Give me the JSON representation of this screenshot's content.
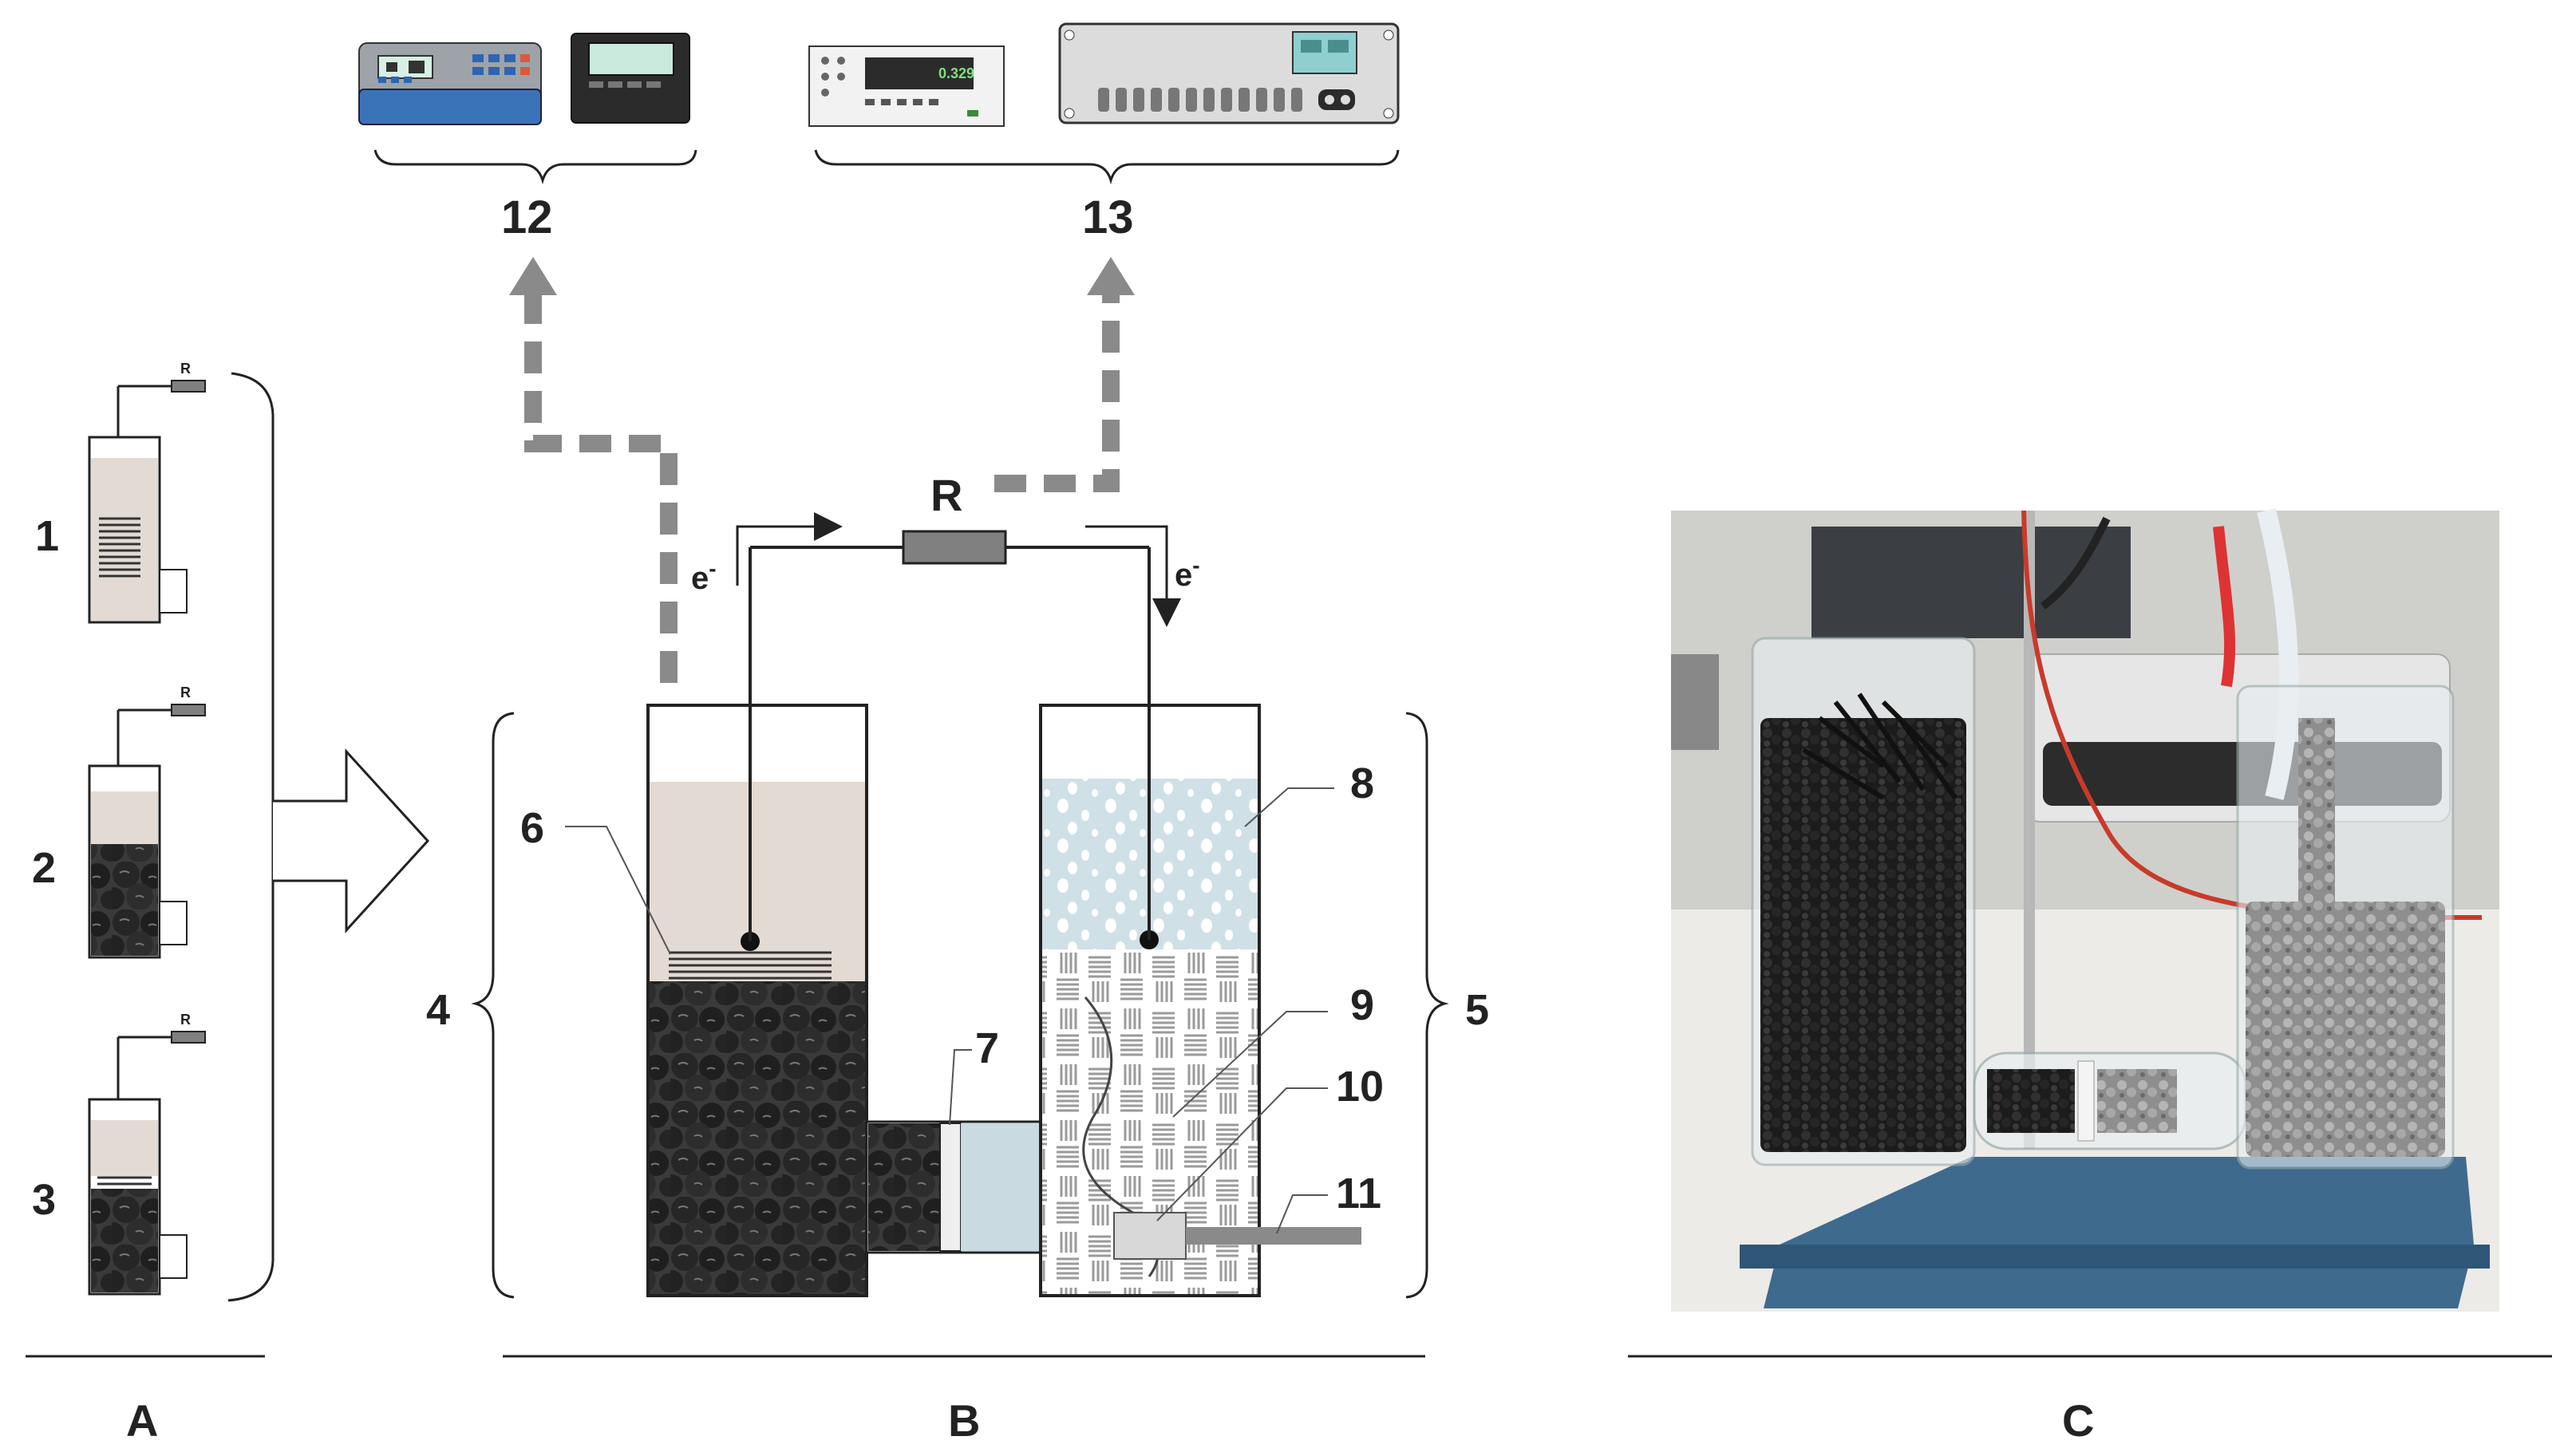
{
  "numbers": {
    "n1": "1",
    "n2": "2",
    "n3": "3",
    "n4": "4",
    "n5": "5",
    "n6": "6",
    "n7": "7",
    "n8": "8",
    "n9": "9",
    "n10": "10",
    "n11": "11",
    "n12": "12",
    "n13": "13"
  },
  "panels": {
    "a": "A",
    "b": "B",
    "c": "C"
  },
  "circuit": {
    "resistor": "R",
    "small_resistor": "R",
    "electron": "e",
    "electron_sup": "-"
  },
  "devices": {
    "multimeter_readout": "0.329"
  },
  "colors": {
    "line": "#222222",
    "dashed_arrow": "#8a8a8a",
    "anode_solution": "#e3dbd3",
    "cathode_solution": "#c9dbe1",
    "granules": "#2a2a2a",
    "spirals": "#bfbfbf",
    "device_blue": "#3a73b8",
    "device_dark": "#2b2b2b",
    "device_screen": "#a9d8d0"
  }
}
